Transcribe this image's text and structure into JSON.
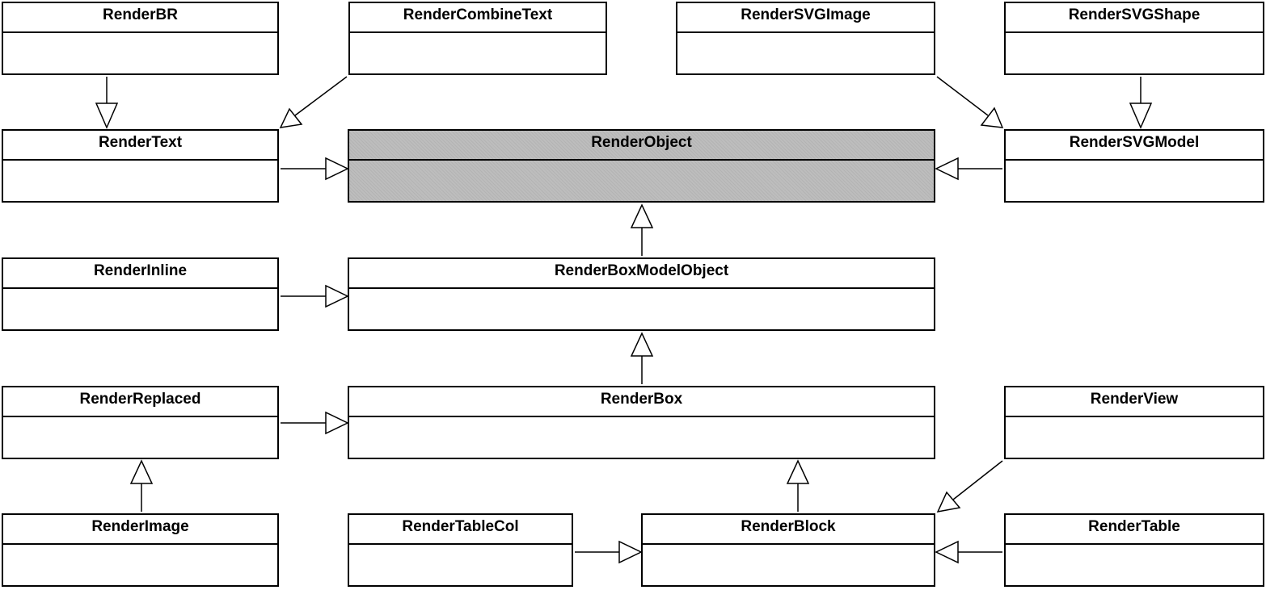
{
  "diagram": {
    "classes": {
      "render_br": "RenderBR",
      "render_combine_text": "RenderCombineText",
      "render_svg_image": "RenderSVGImage",
      "render_svg_shape": "RenderSVGShape",
      "render_text": "RenderText",
      "render_object": "RenderObject",
      "render_svg_model": "RenderSVGModel",
      "render_inline": "RenderInline",
      "render_box_model_object": "RenderBoxModelObject",
      "render_replaced": "RenderReplaced",
      "render_box": "RenderBox",
      "render_view": "RenderView",
      "render_image": "RenderImage",
      "render_table_col": "RenderTableCol",
      "render_block": "RenderBlock",
      "render_table": "RenderTable"
    },
    "colors": {
      "border": "#000000",
      "box_fill": "#ffffff",
      "highlight_fill": "#bdbdbd"
    },
    "relations": [
      {
        "child": "RenderBR",
        "parent": "RenderText",
        "type": "generalization"
      },
      {
        "child": "RenderCombineText",
        "parent": "RenderText",
        "type": "generalization"
      },
      {
        "child": "RenderSVGImage",
        "parent": "RenderSVGModel",
        "type": "generalization"
      },
      {
        "child": "RenderSVGShape",
        "parent": "RenderSVGModel",
        "type": "generalization"
      },
      {
        "child": "RenderText",
        "parent": "RenderObject",
        "type": "generalization"
      },
      {
        "child": "RenderSVGModel",
        "parent": "RenderObject",
        "type": "generalization"
      },
      {
        "child": "RenderBoxModelObject",
        "parent": "RenderObject",
        "type": "generalization"
      },
      {
        "child": "RenderInline",
        "parent": "RenderBoxModelObject",
        "type": "generalization"
      },
      {
        "child": "RenderBox",
        "parent": "RenderBoxModelObject",
        "type": "generalization"
      },
      {
        "child": "RenderReplaced",
        "parent": "RenderBox",
        "type": "generalization"
      },
      {
        "child": "RenderBlock",
        "parent": "RenderBox",
        "type": "generalization"
      },
      {
        "child": "RenderImage",
        "parent": "RenderReplaced",
        "type": "generalization"
      },
      {
        "child": "RenderTableCol",
        "parent": "RenderBlock",
        "type": "generalization"
      },
      {
        "child": "RenderView",
        "parent": "RenderBlock",
        "type": "generalization"
      },
      {
        "child": "RenderTable",
        "parent": "RenderBlock",
        "type": "generalization"
      }
    ]
  }
}
